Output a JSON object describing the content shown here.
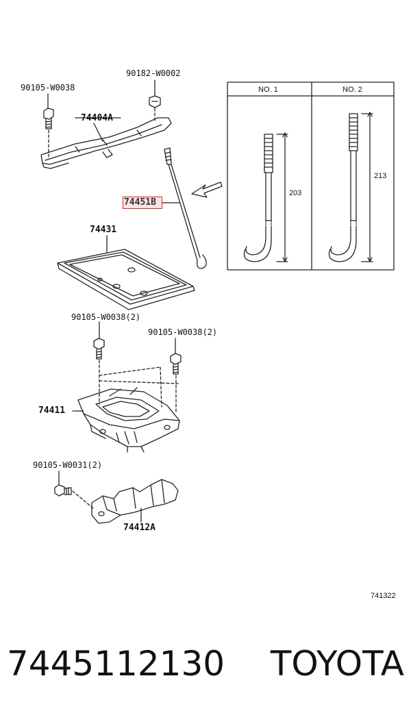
{
  "labels": {
    "bolt_top_left": "90105-W0038",
    "nut_top": "90182-W0002",
    "clamp": "74404A",
    "rod_highlighted": "74451B",
    "tray": "74431",
    "bolt_mid_left": "90105-W0038(2)",
    "bolt_mid_right": "90105-W0038(2)",
    "carrier": "74411",
    "bolt_low": "90105-W0031(2)",
    "bracket": "74412A"
  },
  "detail_table": {
    "columns": [
      "NO. 1",
      "NO. 2"
    ],
    "dimensions": [
      "203",
      "213"
    ]
  },
  "illustration_code": "741322",
  "footer": {
    "part_number": "7445112130",
    "brand": "TOYOTA"
  },
  "colors": {
    "line": "#222222",
    "highlight_border": "#d62b2b",
    "highlight_fill": "#ffaaaa"
  }
}
